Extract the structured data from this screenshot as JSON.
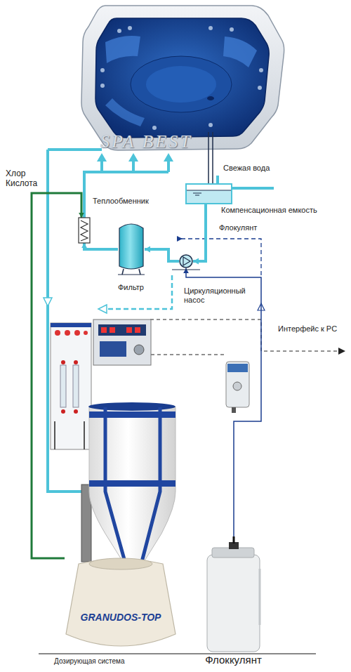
{
  "diagram": {
    "nodes": [
      {
        "text": [
          "Теплообменник"
        ]
      },
      {
        "text": [
          "Компенсационная емкость"
        ]
      },
      {
        "text": [
          "Фильтр"
        ]
      },
      {
        "text": [
          "Циркуляционный насос"
        ]
      },
      {
        "text": [
          "GRANUDOS-TOP",
          "Дозирующая система"
        ]
      },
      {
        "text": [
          "Флоккулянт"
        ]
      }
    ],
    "edges": [
      {
        "from": 2,
        "to": 0,
        "arrow": "to"
      },
      {
        "from": 3,
        "to": 2,
        "arrow": "to"
      },
      {
        "from": 1,
        "to": 3,
        "arrow": "to"
      },
      {
        "from": 4,
        "to": 0,
        "label": "Хлор Кислота",
        "arrow": "to"
      },
      {
        "from": 5,
        "to": 3,
        "label": "Флокулянт",
        "arrow": "to"
      }
    ],
    "labels": [
      "SPA BEST",
      "Свежая вода",
      "Интерфейс к PC"
    ]
  }
}
